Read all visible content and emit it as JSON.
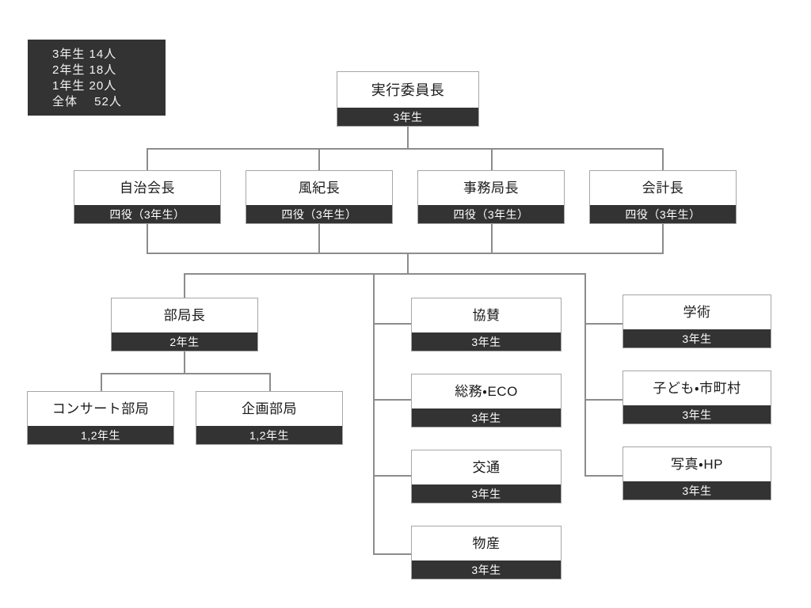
{
  "legend": {
    "name": "participant-counts",
    "rows": [
      "3年生 14人",
      "2年生 18人",
      "1年生 20人",
      "全体　 52人"
    ]
  },
  "colors": {
    "node_fill": "#ffffff",
    "node_border": "#a6a6a6",
    "grade_band": "#333333",
    "grade_text": "#ffffff",
    "connector": "#8c8c8c",
    "title_text": "#1a1a1a",
    "background": "#ffffff"
  },
  "chart_data": {
    "type": "diagram",
    "subtype": "organization-chart",
    "title": "",
    "levels": 4,
    "nodes": [
      {
        "id": "chair",
        "title": "実行委員長",
        "grade": "3年生",
        "level": 0,
        "parent": null
      },
      {
        "id": "jichikaicho",
        "title": "自治会長",
        "grade": "四役（3年生）",
        "level": 1,
        "parent": "chair"
      },
      {
        "id": "fukicho",
        "title": "風紀長",
        "grade": "四役（3年生）",
        "level": 1,
        "parent": "chair"
      },
      {
        "id": "jimukyokucho",
        "title": "事務局長",
        "grade": "四役（3年生）",
        "level": 1,
        "parent": "chair"
      },
      {
        "id": "kaikeicho",
        "title": "会計長",
        "grade": "四役（3年生）",
        "level": 1,
        "parent": "chair"
      },
      {
        "id": "bukyokucho",
        "title": "部局長",
        "grade": "2年生",
        "level": 2,
        "parent": "jimukyokucho"
      },
      {
        "id": "concert",
        "title": "コンサート部局",
        "grade": "1,2年生",
        "level": 3,
        "parent": "bukyokucho"
      },
      {
        "id": "kikaku",
        "title": "企画部局",
        "grade": "1,2年生",
        "level": 3,
        "parent": "bukyokucho"
      },
      {
        "id": "kyosan",
        "title": "協賛",
        "grade": "3年生",
        "level": 2,
        "parent": "jimukyokucho"
      },
      {
        "id": "somueco",
        "title": "総務・ECO",
        "grade": "3年生",
        "level": 2,
        "parent": "jimukyokucho"
      },
      {
        "id": "kotsu",
        "title": "交通",
        "grade": "3年生",
        "level": 2,
        "parent": "jimukyokucho"
      },
      {
        "id": "bussan",
        "title": "物産",
        "grade": "3年生",
        "level": 2,
        "parent": "jimukyokucho"
      },
      {
        "id": "gakujutsu",
        "title": "学術",
        "grade": "3年生",
        "level": 2,
        "parent": "jimukyokucho"
      },
      {
        "id": "kodomo",
        "title": "子ども・市町村",
        "grade": "3年生",
        "level": 2,
        "parent": "jimukyokucho"
      },
      {
        "id": "shashinhp",
        "title": "写真・HP",
        "grade": "3年生",
        "level": 2,
        "parent": "jimukyokucho"
      }
    ]
  },
  "nodes": {
    "chair": {
      "title": "実行委員長",
      "grade": "3年生"
    },
    "jichikaicho": {
      "title": "自治会長",
      "grade": "四役（3年生）"
    },
    "fukicho": {
      "title": "風紀長",
      "grade": "四役（3年生）"
    },
    "jimukyokucho": {
      "title": "事務局長",
      "grade": "四役（3年生）"
    },
    "kaikeicho": {
      "title": "会計長",
      "grade": "四役（3年生）"
    },
    "bukyokucho": {
      "title": "部局長",
      "grade": "2年生"
    },
    "concert": {
      "title": "コンサート部局",
      "grade": "1,2年生"
    },
    "kikaku": {
      "title": "企画部局",
      "grade": "1,2年生"
    },
    "kyosan": {
      "title": "協賛",
      "grade": "3年生"
    },
    "somueco": {
      "title": "総務・ECO",
      "grade": "3年生"
    },
    "kotsu": {
      "title": "交通",
      "grade": "3年生"
    },
    "bussan": {
      "title": "物産",
      "grade": "3年生"
    },
    "gakujutsu": {
      "title": "学術",
      "grade": "3年生"
    },
    "kodomo": {
      "title": "子ども・市町村",
      "grade": "3年生"
    },
    "shashinhp": {
      "title": "写真・HP",
      "grade": "3年生"
    }
  }
}
